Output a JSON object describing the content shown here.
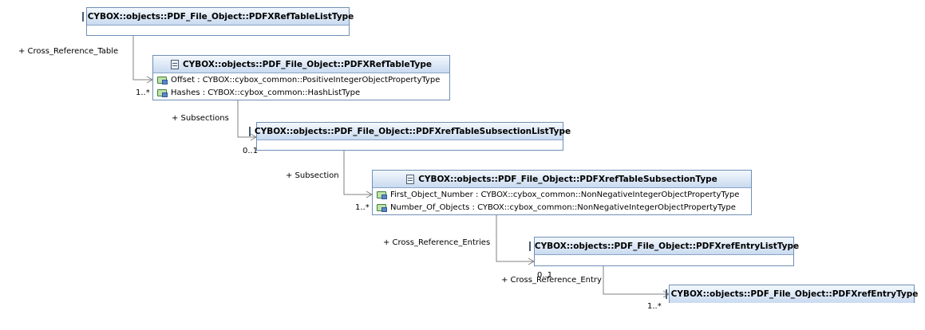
{
  "classes": [
    {
      "name": "CYBOX::objects::PDF_File_Object::PDFXRefTableListType",
      "attributes": []
    },
    {
      "name": "CYBOX::objects::PDF_File_Object::PDFXRefTableType",
      "attributes": [
        "Offset : CYBOX::cybox_common::PositiveIntegerObjectPropertyType",
        "Hashes : CYBOX::cybox_common::HashListType"
      ]
    },
    {
      "name": "CYBOX::objects::PDF_File_Object::PDFXrefTableSubsectionListType",
      "attributes": []
    },
    {
      "name": "CYBOX::objects::PDF_File_Object::PDFXrefTableSubsectionType",
      "attributes": [
        "First_Object_Number : CYBOX::cybox_common::NonNegativeIntegerObjectPropertyType",
        "Number_Of_Objects : CYBOX::cybox_common::NonNegativeIntegerObjectPropertyType"
      ]
    },
    {
      "name": "CYBOX::objects::PDF_File_Object::PDFXrefEntryListType",
      "attributes": []
    },
    {
      "name": "CYBOX::objects::PDF_File_Object::PDFXrefEntryType",
      "attributes": []
    }
  ],
  "associations": [
    {
      "role": "+ Cross_Reference_Table",
      "multiplicity": "1..*"
    },
    {
      "role": "+ Subsections",
      "multiplicity": "0..1"
    },
    {
      "role": "+ Subsection",
      "multiplicity": "1..*"
    },
    {
      "role": "+ Cross_Reference_Entries",
      "multiplicity": "0..1"
    },
    {
      "role": "+ Cross_Reference_Entry",
      "multiplicity": "1..*"
    }
  ],
  "colors": {
    "class_border": "#6f8fb5",
    "class_header_top": "#f3f8fd",
    "class_header_bottom": "#c9daf0",
    "connector": "#808080"
  },
  "icons": {
    "class": "class-icon",
    "attribute": "attribute-icon"
  }
}
